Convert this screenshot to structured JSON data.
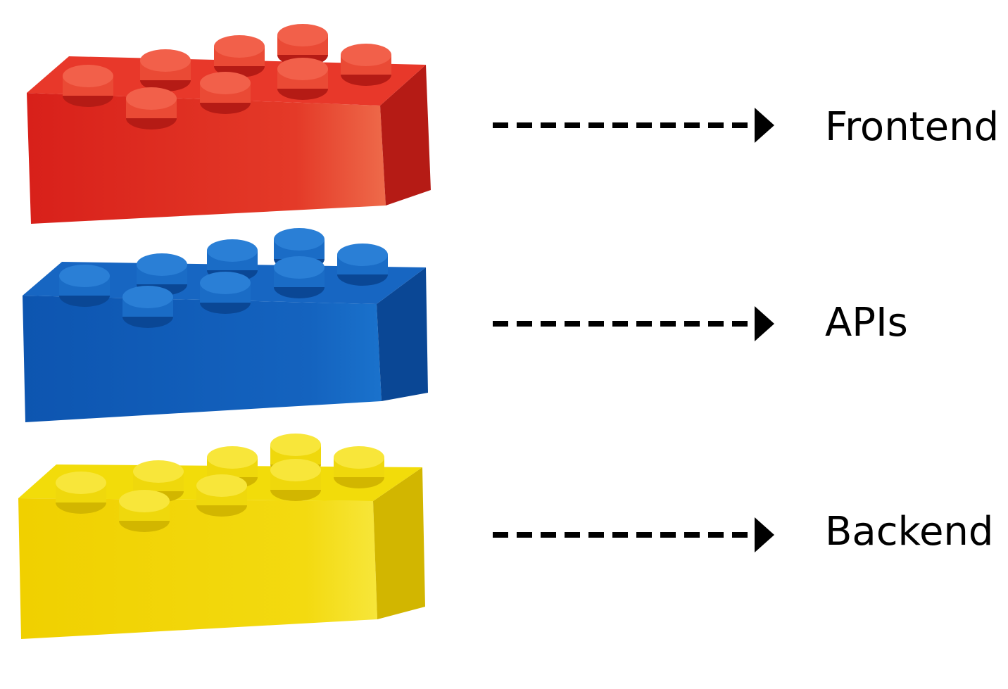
{
  "layers": [
    {
      "label": "Frontend",
      "brick_color": "red",
      "colors": {
        "top": "#e8382a",
        "front": "#dc2a21",
        "side": "#b51b15",
        "stud": "#ea4a35",
        "stud_top": "#f2604a"
      }
    },
    {
      "label": "APIs",
      "brick_color": "blue",
      "colors": {
        "top": "#1766c2",
        "front": "#0f5ab8",
        "side": "#0a4795",
        "stud": "#1a6cc6",
        "stud_top": "#2a7fd6"
      }
    },
    {
      "label": "Backend",
      "brick_color": "yellow",
      "colors": {
        "top": "#f2dc0a",
        "front": "#f0d400",
        "side": "#d2b600",
        "stud": "#efd80c",
        "stud_top": "#f8e63a"
      }
    }
  ],
  "arrow_style": "dashed-right-arrow"
}
